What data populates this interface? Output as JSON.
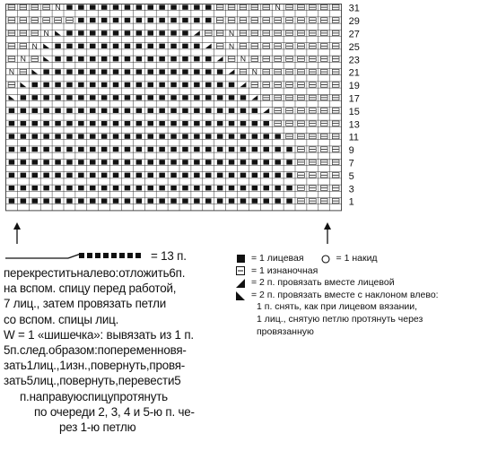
{
  "chart": {
    "row_labels": [
      "31",
      "29",
      "27",
      "25",
      "23",
      "21",
      "19",
      "17",
      "15",
      "13",
      "11",
      "9",
      "7",
      "5",
      "3",
      "1"
    ],
    "legend_cols": 23,
    "rows": [
      "OOOON■■■■■■■■■■■■■OOOOONOOOOO",
      "OOOOOO■■■■■■■■■■■■OOOOOOOOOOO",
      "OOON◣■■■■■■■■■■■◢OONOOOOOOOOO",
      "OON◣■■■■■■■■■■■■■◢ONOOOOOOOOO",
      "ONO◣■■■■■■■■■■■■■■◢ONOOOOOOO",
      "NO◣■■■■■■■■■■■■■■■■◢ONOOOOOO",
      "O◣■■■■■■■■■■■■■■■■■■◢OOOOOOO",
      "◣■■■■■■■■■■■■■■■■■■■■◢OOOOOO",
      "■■■■■■■■■■■■■■■■■■■■■■◢OOOOO",
      "■■■■■■■■■■■■■■■■■■■■■■■OOOOO",
      "■■■■■■■■■■■■■■■■■■■■■■■■OOOO",
      "■■■■■■■■■■■■■■■■■■■■■■■■■OOO",
      "■■■■■■■■■■■■■■■■■■■■■■■■■OOO",
      "■■■■■■■■■■■■■■■■■■■■■■■■■OOO",
      "■■■■■■■■■■■■■■■■■■■■■■■■■OOO",
      "■■■■■■■■■■■■■■■■■■■■■■■■■OOO"
    ]
  },
  "legend_left": {
    "cable_value": "= 13 п.",
    "lines": [
      "перекреститьналево:отложить6п.",
      "на вспом. спицу перед работой,",
      "7 лиц., затем провязать петли",
      "со вспом. спицы лиц.",
      "W = 1 «шишечка»: вывязать из 1 п.",
      "5п.след.образом:попеременновя-",
      "зать1лиц.,1изн.,повернуть,провя-",
      "зать5лиц.,повернуть,перевести5",
      "п.направуюспицупротянуть",
      "по очереди 2, 3, 4 и 5-ю п. че-",
      "рез 1-ю петлю"
    ]
  },
  "legend_right": {
    "knit": "= 1 лицевая",
    "yarnover": "= 1 накид",
    "purl": "= 1 изнаночная",
    "k2tog": "= 2 п. провязать вместе лицевой",
    "ssk": "= 2 п. провязать вместе с наклоном влево:",
    "ssk_2": "1 п. снять, как при лицевом вязании,",
    "ssk_3": "1 лиц., снятую петлю протянуть через",
    "ssk_4": "провязанную"
  },
  "colors": {
    "ink": "#111111",
    "grid": "#333333",
    "paper": "#ffffff"
  }
}
